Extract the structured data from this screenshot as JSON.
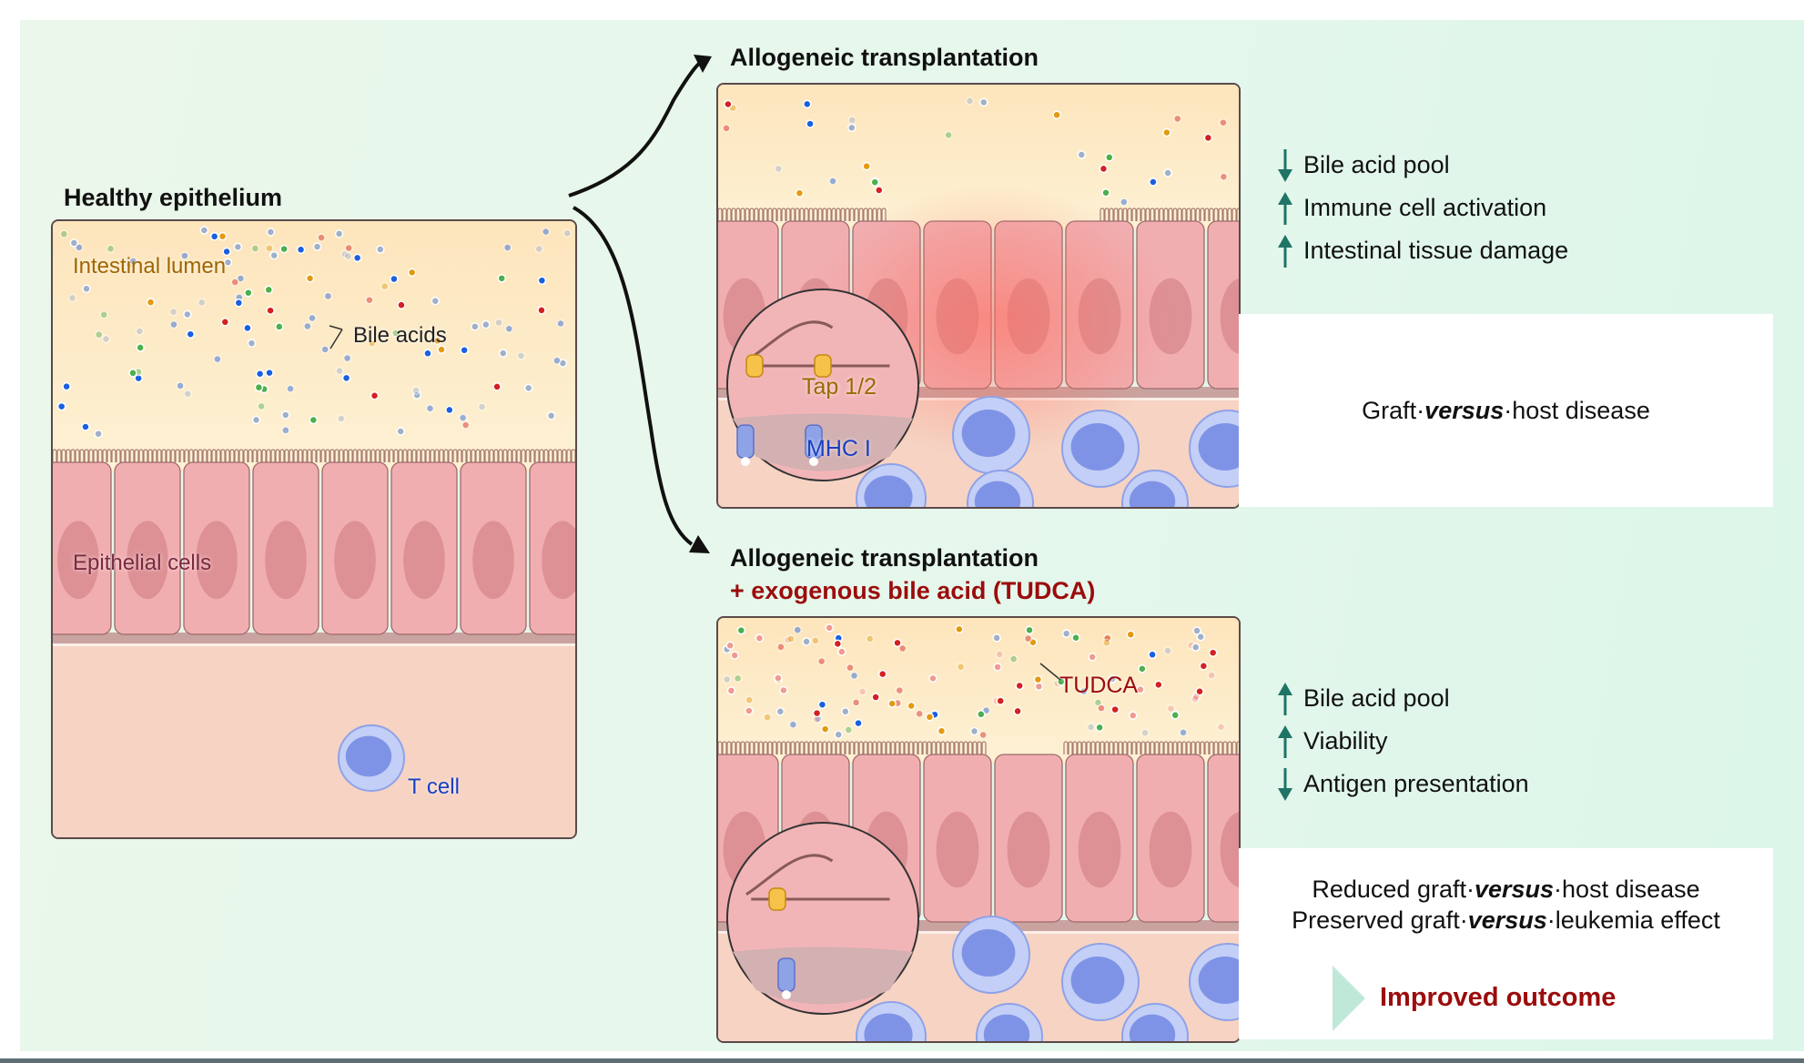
{
  "healthy": {
    "title": "Healthy epithelium",
    "labels": {
      "lumen": "Intestinal lumen",
      "bile_acids": "Bile acids",
      "epithelial": "Epithelial cells",
      "t_cell": "T cell"
    }
  },
  "allo": {
    "title": "Allogeneic transplantation",
    "labels": {
      "tap": "Tap 1/2",
      "mhc": "MHC I"
    },
    "effects": [
      {
        "direction": "down",
        "text": "Bile acid pool"
      },
      {
        "direction": "up",
        "text": "Immune cell activation"
      },
      {
        "direction": "up",
        "text": "Intestinal tissue damage"
      }
    ],
    "outcome": {
      "pre": "Graft·",
      "italic": "versus",
      "post": "·host disease"
    }
  },
  "tudca": {
    "title": "Allogeneic transplantation",
    "subtitle": "+ exogenous bile acid (TUDCA)",
    "labels": {
      "tudca": "TUDCA"
    },
    "effects": [
      {
        "direction": "up",
        "text": "Bile acid pool"
      },
      {
        "direction": "up",
        "text": "Viability"
      },
      {
        "direction": "down",
        "text": "Antigen presentation"
      }
    ],
    "outcome_lines": [
      {
        "pre": "Reduced graft·",
        "italic": "versus",
        "post": "·host disease"
      },
      {
        "pre": "Preserved graft·",
        "italic": "versus",
        "post": "·leukemia effect"
      }
    ],
    "final": "Improved outcome"
  },
  "colors": {
    "arrow_green": "#1f7466",
    "accent_red": "#9b0c0c",
    "lumen_label": "#a06500",
    "epithelial_label": "#7a2a40",
    "t_cell_label": "#1a3fc0"
  }
}
